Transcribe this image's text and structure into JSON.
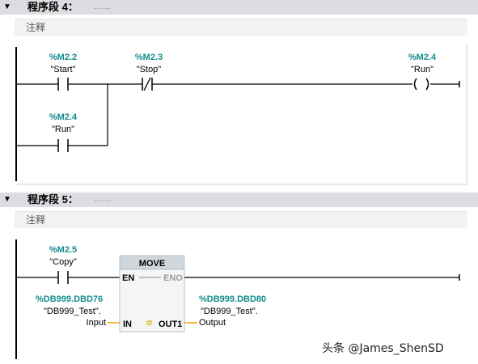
{
  "networks": [
    {
      "collapse_icon": "▼",
      "title": "程序段 4：",
      "dots": "……",
      "comment": "注释",
      "contacts": [
        {
          "address": "%M2.2",
          "tag": "\"Start\""
        },
        {
          "address": "%M2.3",
          "tag": "\"Stop\""
        },
        {
          "address": "%M2.4",
          "tag": "\"Run\""
        }
      ],
      "coil": {
        "address": "%M2.4",
        "tag": "\"Run\""
      }
    },
    {
      "collapse_icon": "▼",
      "title": "程序段 5：",
      "dots": "……",
      "comment": "注释",
      "contact": {
        "address": "%M2.5",
        "tag": "\"Copy\""
      },
      "move_block": {
        "name": "MOVE",
        "en": "EN",
        "eno": "ENO",
        "in": "IN",
        "out1": "OUT1",
        "star": "✲",
        "input": {
          "address": "%DB999.DBD76",
          "tag": "\"DB999_Test\".",
          "member": "Input"
        },
        "output": {
          "address": "%DB999.DBD80",
          "tag": "\"DB999_Test\".",
          "member": "Output"
        }
      }
    }
  ],
  "watermark": "头条 @James_ShenSD",
  "colors": {
    "address": "#148c8c",
    "header_bg": "#dcdde1",
    "comment_bg": "#f2f2f3",
    "block_header": "#cfd6dc",
    "param_line": "#f0a000"
  }
}
